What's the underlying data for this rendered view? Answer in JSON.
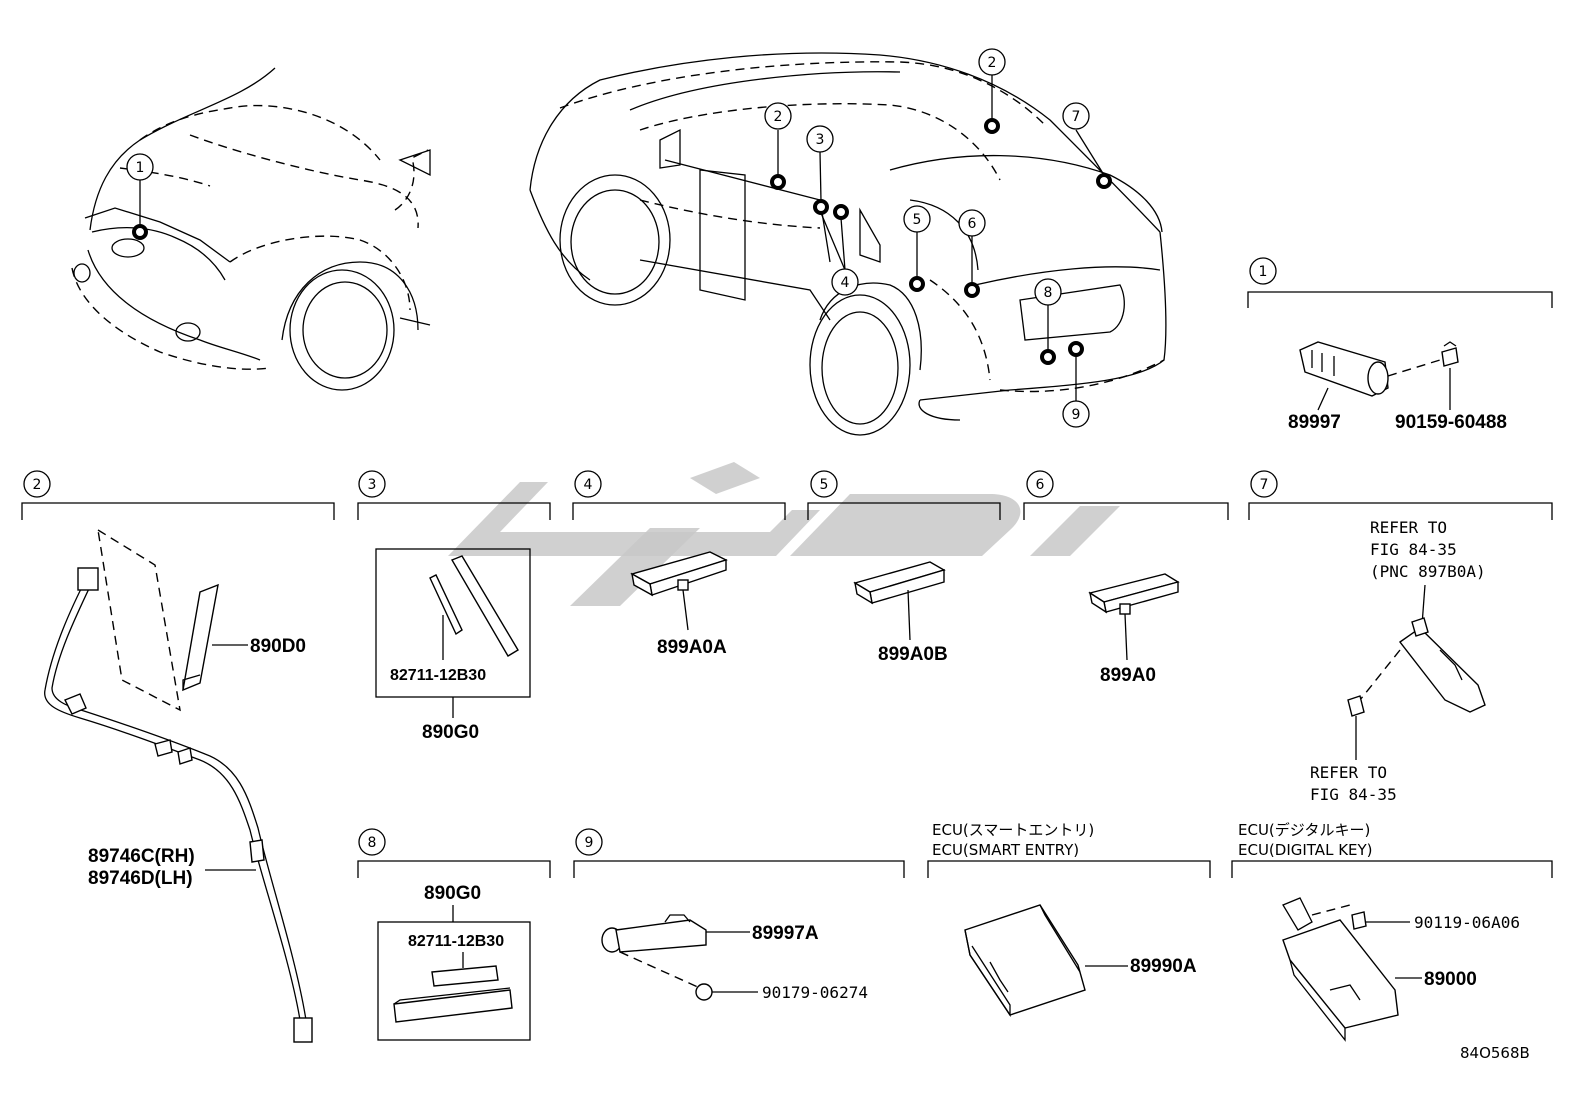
{
  "callouts": {
    "c1": "1",
    "c2": "2",
    "c3": "3",
    "c4": "4",
    "c5": "5",
    "c6": "6",
    "c7": "7",
    "c8": "8",
    "c9": "9"
  },
  "parts": {
    "p89997": "89997",
    "p9015960488": "90159-60488",
    "p890D0": "890D0",
    "p89746c": "89746C(RH)",
    "p89746d": "89746D(LH)",
    "p8271112B30_a": "82711-12B30",
    "p890G0_a": "890G0",
    "p899A0A": "899A0A",
    "p899A0B": "899A0B",
    "p899A0": "899A0",
    "p890G0_b": "890G0",
    "p8271112B30_b": "82711-12B30",
    "p89997A": "89997A",
    "p9017906274": "90179-06274",
    "p89990A": "89990A",
    "p9011906A06": "90119-06A06",
    "p89000": "89000"
  },
  "refs": {
    "refer_to_1": "REFER TO",
    "fig_1": "FIG 84-35",
    "pnc": "(PNC 897B0A)",
    "refer_to_2": "REFER TO",
    "fig_2": "FIG 84-35"
  },
  "captions": {
    "ecu_smart_jp": "ECU(スマートエントリ)",
    "ecu_smart_en": "ECU(SMART ENTRY)",
    "ecu_digital_jp": "ECU(デジタルキー)",
    "ecu_digital_en": "ECU(DIGITAL KEY)"
  },
  "figure_id": "84O568B"
}
